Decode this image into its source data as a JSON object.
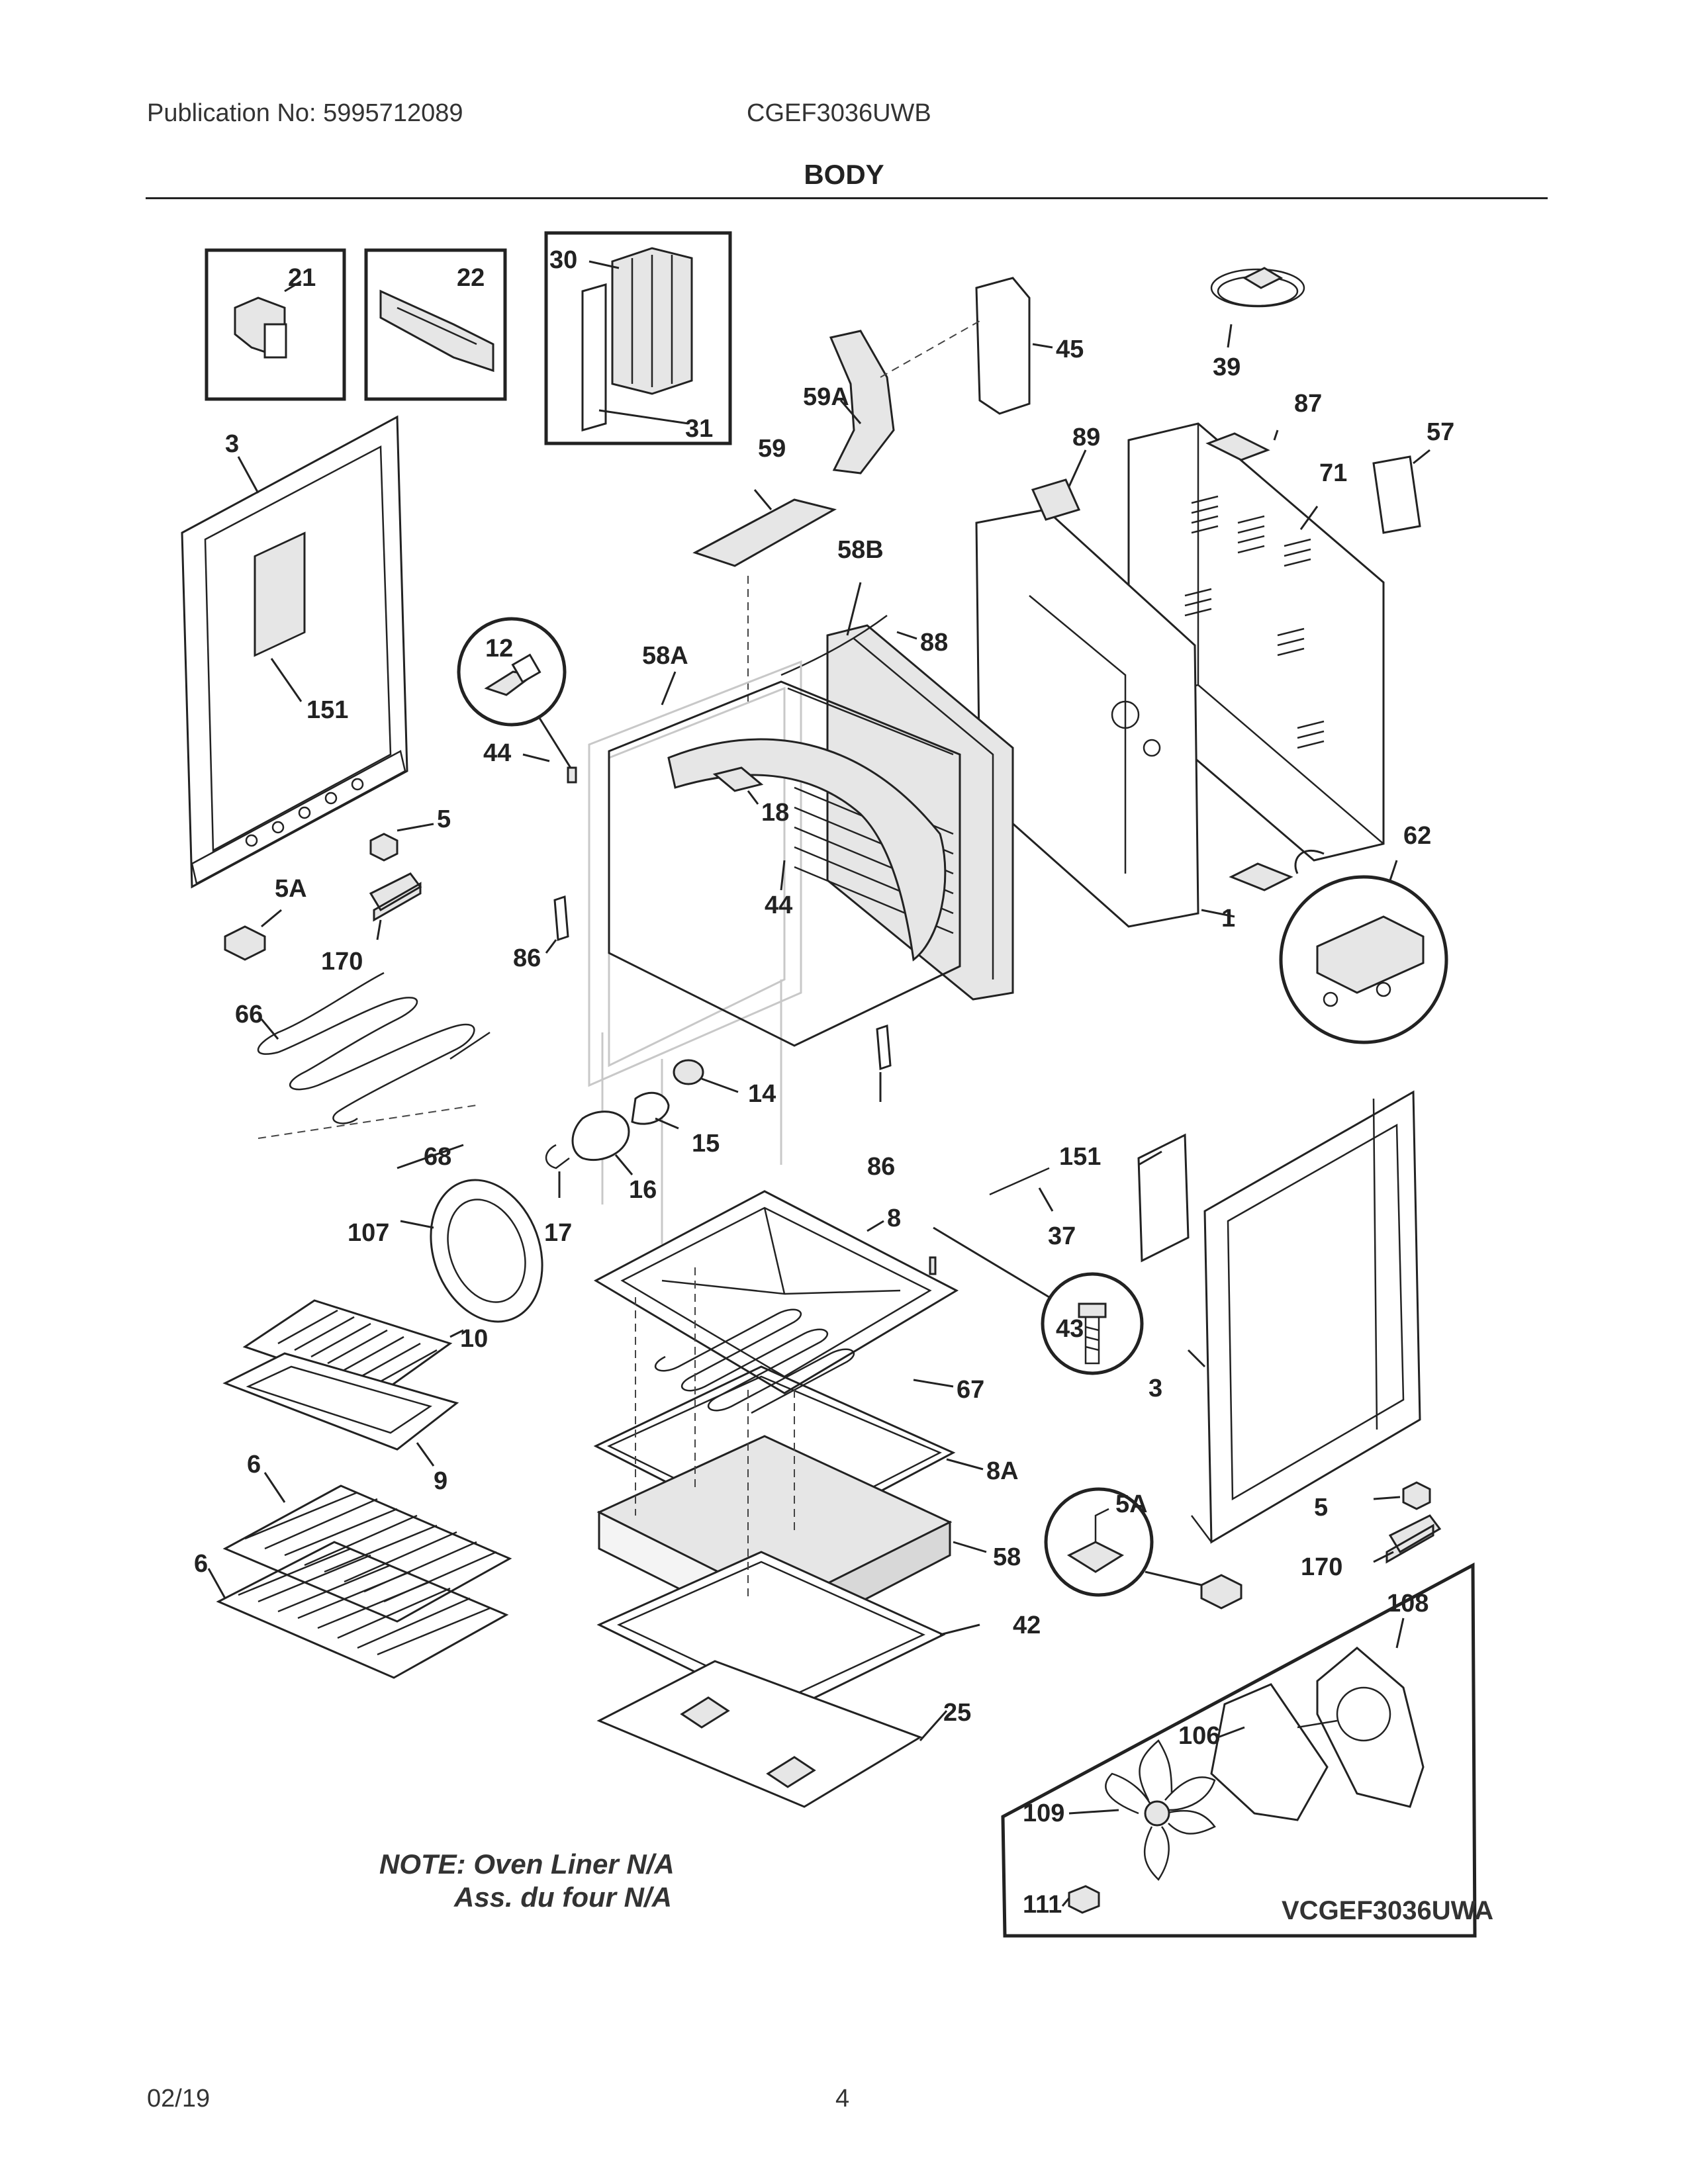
{
  "header": {
    "publication": "Publication No: 5995712089",
    "model": "CGEF3036UWB",
    "section_title": "BODY"
  },
  "callouts": {
    "p21": "21",
    "p22": "22",
    "p30": "30",
    "p31": "31",
    "p45": "45",
    "p39": "39",
    "p59A": "59A",
    "p87": "87",
    "p57": "57",
    "p3_left": "3",
    "p59": "59",
    "p89": "89",
    "p71": "71",
    "p58B": "58B",
    "p88": "88",
    "p12": "12",
    "p58A": "58A",
    "p151_left": "151",
    "p44_top": "44",
    "p18": "18",
    "p5_left": "5",
    "p62": "62",
    "p1": "1",
    "p5A_left": "5A",
    "p44_mid": "44",
    "p86_left": "86",
    "p170_left": "170",
    "p66": "66",
    "p14": "14",
    "p15": "15",
    "p16": "16",
    "p86_right": "86",
    "p68": "68",
    "p151_right": "151",
    "p107": "107",
    "p17": "17",
    "p8": "8",
    "p37": "37",
    "p10": "10",
    "p43": "43",
    "p3_right": "3",
    "p67": "67",
    "p9": "9",
    "p6_top": "6",
    "p8A": "8A",
    "p5A_right": "5A",
    "p5_right": "5",
    "p6_bottom": "6",
    "p58": "58",
    "p170_right": "170",
    "p108": "108",
    "p42": "42",
    "p25": "25",
    "p106": "106",
    "p109": "109",
    "p111": "111"
  },
  "note": {
    "line1": "NOTE: Oven Liner N/A",
    "line2": "Ass. du four N/A"
  },
  "variant_label": "VCGEF3036UWA",
  "footer": {
    "date": "02/19",
    "page": "4"
  }
}
